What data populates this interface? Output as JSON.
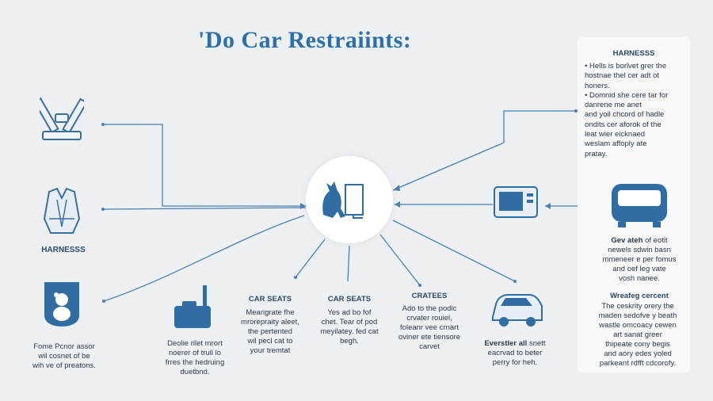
{
  "title": "'Do Car Restraiints:",
  "left": {
    "harness_label": "HARNESSS",
    "bottom_text": "Fome Pcnor assor\nwil cosnet of be\nwih ve of preatons."
  },
  "bottom_items": [
    {
      "title": "",
      "text": "Deolie rilet mrort\nnoerer of trull lo\nfrres the hedruing\nduetbnd."
    },
    {
      "title": "CAR SEATS",
      "text": "Mearigrate fhe\nmrorepraity aleet,\nthe pertented\nwil pecl cat to\nyour tremtat"
    },
    {
      "title": "CAR SEATS",
      "text": "Yes ad bo fof\nchet. Tear of pod\nmeyilatey. fed cat\nbegh."
    },
    {
      "title": "CRATEES",
      "text": "Ado to the podic\ncrvater rouiel,\nfoleanr vee crnart\noviner ete tiensore\ncarvet"
    },
    {
      "title": "Everstler all",
      "title_rest": " snett",
      "text": "eacrvad to beter\nperry for heh."
    }
  ],
  "right_middle": {
    "title": "Gev ateh",
    "title_rest": " of eotit",
    "text": "newels sdwin basn\nmmeneer e per fomus\nand oef leg vate\nvosh nanee."
  },
  "right_bottom": {
    "title": "Wreafeg cercent",
    "text": "The ceskrity orery the\nmaden sedofve y beath\nwastle omcoacy cewen\nart sanat greer\nthipeate cony begis\nand aory edes yoled\nparkeant rdfft cdcorofy."
  },
  "panel": {
    "title": "HARNESSS",
    "text": "• Hells is borlvet grer the\n  hostnae thel cer adt ot\n  honers.\n• Domnid she cere tar for\n  danrene me anet\n  and yoil chcord of hadle\n  ondits cer aforok of the\n  leat wier eicknaed\n  weslam affoply ate\n  pratay."
  },
  "colors": {
    "accent": "#2d6fa8",
    "icon": "#3c6e9e",
    "line": "#4c7fb0"
  }
}
